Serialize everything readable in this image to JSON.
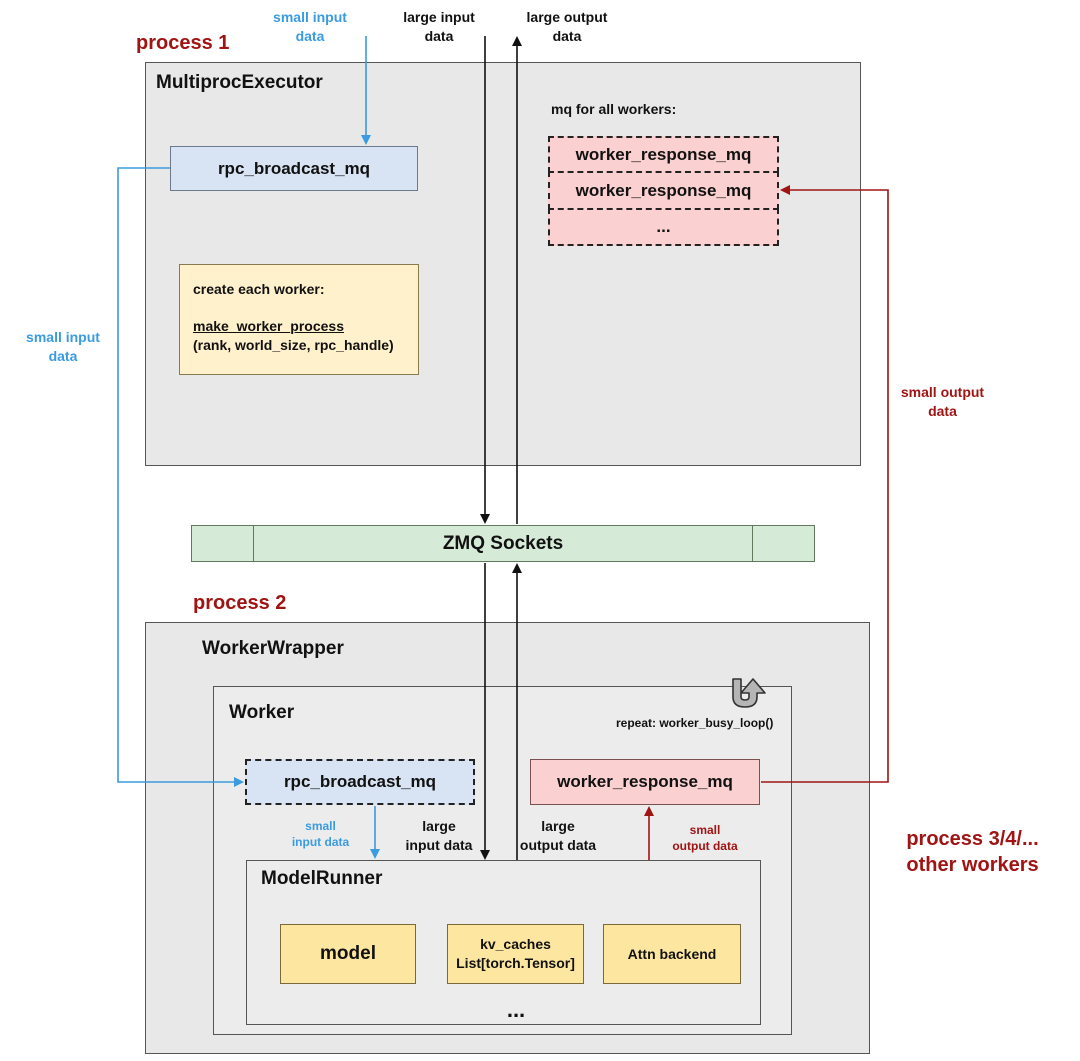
{
  "labels": {
    "process1": "process 1",
    "process2": "process 2",
    "process_other_line1": "process 3/4/...",
    "process_other_line2": "other workers",
    "top_small_input_line1": "small input",
    "top_small_input_line2": "data",
    "top_large_input_line1": "large input",
    "top_large_input_line2": "data",
    "top_large_output_line1": "large output",
    "top_large_output_line2": "data",
    "left_small_input_line1": "small input",
    "left_small_input_line2": "data",
    "right_small_output_line1": "small output",
    "right_small_output_line2": "data",
    "worker_small_input_line1": "small",
    "worker_small_input_line2": "input data",
    "worker_large_input_line1": "large",
    "worker_large_input_line2": "input data",
    "worker_large_output_line1": "large",
    "worker_large_output_line2": "output data",
    "worker_small_output_line1": "small",
    "worker_small_output_line2": "output data"
  },
  "executor": {
    "title": "MultiprocExecutor",
    "rpc_broadcast_mq": "rpc_broadcast_mq",
    "create_worker_heading": "create each worker:",
    "make_worker_fn": "make_worker_process",
    "make_worker_args": "(rank, world_size, rpc_handle)",
    "mq_header": "mq for all workers:",
    "response_queues": [
      "worker_response_mq",
      "worker_response_mq",
      "..."
    ]
  },
  "zmq": {
    "label": "ZMQ Sockets"
  },
  "wrapper": {
    "title": "WorkerWrapper",
    "worker_title": "Worker",
    "loop_label": "repeat: worker_busy_loop()",
    "rpc_broadcast_mq": "rpc_broadcast_mq",
    "worker_response_mq": "worker_response_mq",
    "model_runner": {
      "title": "ModelRunner",
      "model": "model",
      "kv_caches_line1": "kv_caches",
      "kv_caches_line2": "List[torch.Tensor]",
      "attn_backend": "Attn backend",
      "ellipsis": "..."
    }
  },
  "colors": {
    "blue_arrow": "#3a9be0",
    "red_arrow": "#a01414",
    "black_arrow": "#111111"
  }
}
